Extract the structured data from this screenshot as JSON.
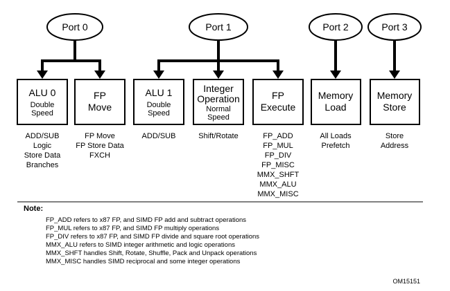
{
  "ports": [
    {
      "label": "Port 0"
    },
    {
      "label": "Port 1"
    },
    {
      "label": "Port 2"
    },
    {
      "label": "Port 3"
    }
  ],
  "units": [
    {
      "title": [
        "ALU 0"
      ],
      "sub": [
        "Double",
        "Speed"
      ],
      "desc": [
        "ADD/SUB",
        "Logic",
        "Store Data",
        "Branches"
      ]
    },
    {
      "title": [
        "FP",
        "Move"
      ],
      "sub": [],
      "desc": [
        "FP Move",
        "FP Store Data",
        "FXCH"
      ]
    },
    {
      "title": [
        "ALU 1"
      ],
      "sub": [
        "Double",
        "Speed"
      ],
      "desc": [
        "ADD/SUB"
      ]
    },
    {
      "title": [
        "Integer",
        "Operation"
      ],
      "sub": [
        "Normal",
        "Speed"
      ],
      "desc": [
        "Shift/Rotate"
      ]
    },
    {
      "title": [
        "FP",
        "Execute"
      ],
      "sub": [],
      "desc": [
        "FP_ADD",
        "FP_MUL",
        "FP_DIV",
        "FP_MISC",
        "MMX_SHFT",
        "MMX_ALU",
        "MMX_MISC"
      ]
    },
    {
      "title": [
        "Memory",
        "Load"
      ],
      "sub": [],
      "desc": [
        "All Loads",
        "Prefetch"
      ]
    },
    {
      "title": [
        "Memory",
        "Store"
      ],
      "sub": [],
      "desc": [
        "Store",
        "Address"
      ]
    }
  ],
  "note": {
    "title": "Note:",
    "lines": [
      "FP_ADD refers to x87 FP, and SIMD FP add and subtract operations",
      "FP_MUL refers to x87 FP, and SIMD FP multiply operations",
      "FP_DIV refers to x87 FP, and SIMD FP divide and square root operations",
      "MMX_ALU refers to SIMD integer arithmetic and logic operations",
      "MMX_SHFT handles Shift, Rotate, Shuffle, Pack and Unpack operations",
      "MMX_MISC handles SIMD reciprocal and some integer operations"
    ]
  },
  "figure_id": "OM15151"
}
